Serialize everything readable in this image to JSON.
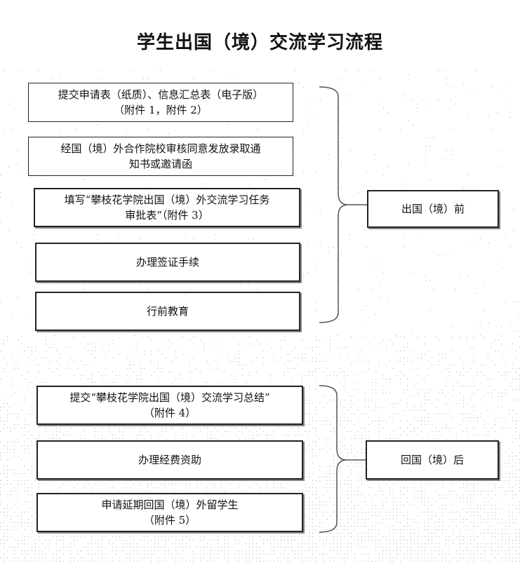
{
  "title": "学生出国（境）交流学习流程",
  "before": {
    "steps": [
      {
        "line1": "提交申请表（纸质）、信息汇总表（电子版）",
        "line2": "（附件 1，附件 2）"
      },
      {
        "line1": "经国（境）外合作院校审核同意发放录取通",
        "line2": "知书或邀请函"
      },
      {
        "line1": "填写“攀枝花学院出国（境）外交流学习任务",
        "line2": "审批表”（附件 3）"
      },
      {
        "line1": "办理签证手续",
        "line2": ""
      },
      {
        "line1": "行前教育",
        "line2": ""
      }
    ],
    "phase_label": "出国（境）前"
  },
  "after": {
    "steps": [
      {
        "line1": "提交“攀枝花学院出国（境）交流学习总结”",
        "line2": "（附件 4）"
      },
      {
        "line1": "办理经费资助",
        "line2": ""
      },
      {
        "line1": "申请延期回国（境）外留学生",
        "line2": "（附件 5）"
      }
    ],
    "phase_label": "回国（境）后"
  }
}
